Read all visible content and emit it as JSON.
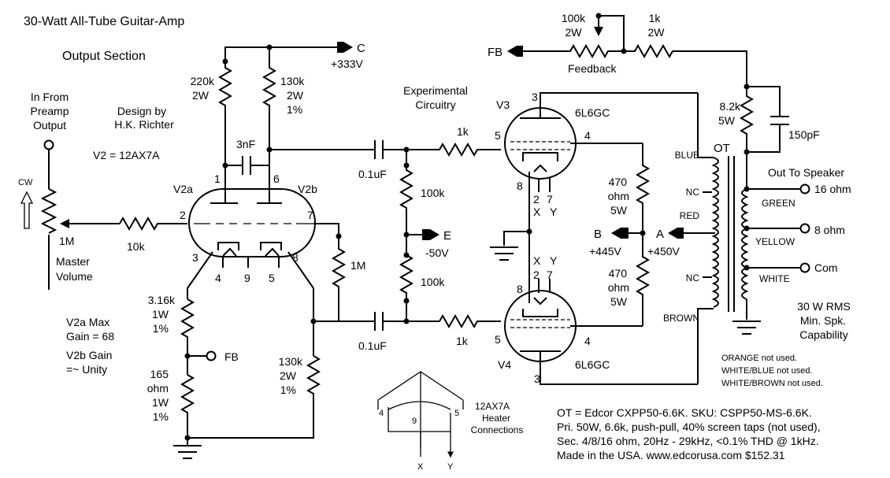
{
  "title": "30-Watt All-Tube Guitar-Amp",
  "subtitle": "Output Section",
  "input_label": [
    "In From",
    "Preamp",
    "Output"
  ],
  "design_by": [
    "Design by",
    "H.K. Richter"
  ],
  "tube_v2": "V2 = 12AX7A",
  "v2a": "V2a",
  "v2b": "V2b",
  "cw": "CW",
  "master_pot": {
    "value": "1M",
    "label": [
      "Master",
      "Volume"
    ]
  },
  "r_grid": "10k",
  "v2_pins": {
    "p1": "1",
    "p6": "6",
    "p2": "2",
    "p7": "7",
    "p3": "3",
    "p8": "8",
    "p4": "4",
    "p9": "9",
    "p5": "5"
  },
  "c_3nf": "3nF",
  "r220k": [
    "220k",
    "2W"
  ],
  "r130k_top": [
    "130k",
    "2W",
    "1%"
  ],
  "supply_c": {
    "letter": "C",
    "voltage": "+333V"
  },
  "r1m_right": "1M",
  "r316k": [
    "3.16k",
    "1W",
    "1%"
  ],
  "fb_left": "FB",
  "r165": [
    "165",
    "ohm",
    "1W",
    "1%"
  ],
  "r130k_bottom": [
    "130k",
    "2W",
    "1%"
  ],
  "gain_notes": [
    "V2a Max",
    "Gain = 68",
    "V2b  Gain",
    "=~ Unity"
  ],
  "experimental": [
    "Experimental",
    "Circuitry"
  ],
  "c01_top": "0.1uF",
  "c01_bottom": "0.1uF",
  "r100k_top": "100k",
  "r100k_bottom": "100k",
  "bias_e": {
    "letter": "E",
    "voltage": "-50V"
  },
  "r1k_top": "1k",
  "r1k_bottom": "1k",
  "v3": "V3",
  "v4": "V4",
  "tube_power": "6L6GC",
  "power_pins": {
    "p3": "3",
    "p5": "5",
    "p4": "4",
    "p8": "8",
    "p2": "2",
    "p7": "7",
    "x": "X",
    "y": "Y"
  },
  "r470_top": [
    "470",
    "ohm",
    "5W"
  ],
  "r470_bottom": [
    "470",
    "ohm",
    "5W"
  ],
  "node_b": {
    "letter": "B",
    "voltage": "+445V"
  },
  "node_a": {
    "letter": "A",
    "voltage": "+450V"
  },
  "feedback": {
    "fb": "FB",
    "pot": [
      "100k",
      "2W"
    ],
    "r": [
      "1k",
      "2W"
    ],
    "label": "Feedback"
  },
  "r82k": [
    "8.2k",
    "5W"
  ],
  "c150pf": "150pF",
  "ot": {
    "label": "OT",
    "pri": [
      "BLUE",
      "NC",
      "RED",
      "NC",
      "BROWN"
    ],
    "sec": [
      "GREEN",
      "YELLOW",
      "WHITE"
    ]
  },
  "speaker": {
    "title": "Out To Speaker",
    "taps": [
      "16 ohm",
      "8 ohm",
      "Com"
    ]
  },
  "rating": [
    "30 W RMS",
    "Min. Spk.",
    "Capability"
  ],
  "unused": [
    "ORANGE not used.",
    "WHITE/BLUE not used.",
    "WHITE/BROWN not used."
  ],
  "heater": {
    "title": [
      "12AX7A",
      "Heater",
      "Connections"
    ],
    "pins": [
      "4",
      "9",
      "5"
    ],
    "xy": [
      "X",
      "Y"
    ]
  },
  "ot_note": [
    "OT = Edcor CXPP50-6.6K.  SKU:  CSPP50-MS-6.6K.",
    "Pri. 50W, 6.6k, push-pull, 40% screen taps (not used),",
    "Sec. 4/8/16 ohm, 20Hz - 29kHz, <0.1% THD @ 1kHz.",
    "Made in the USA.    www.edcorusa.com    $152.31"
  ]
}
